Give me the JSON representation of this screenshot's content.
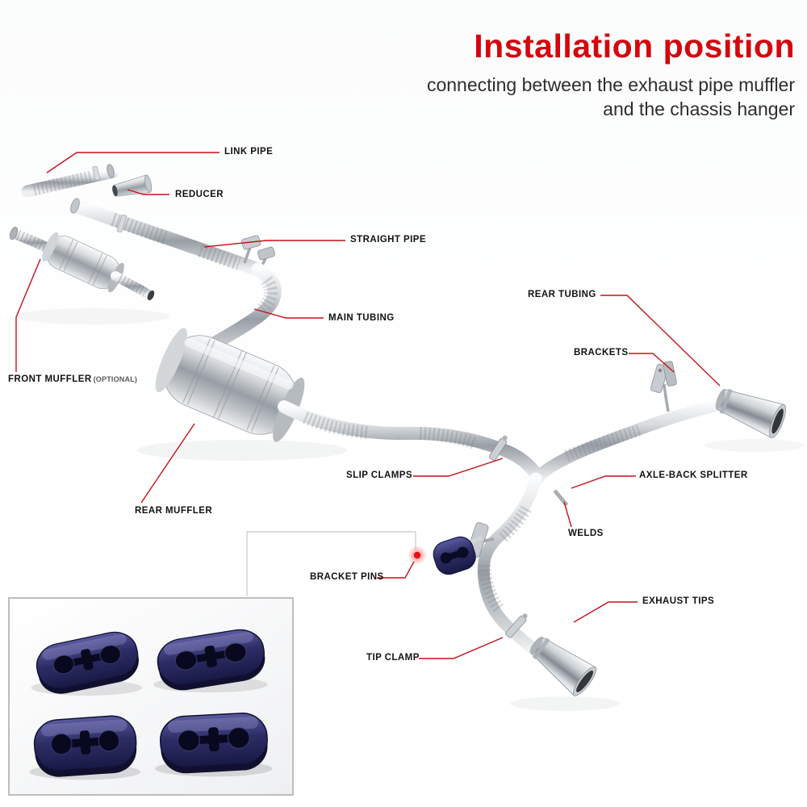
{
  "header": {
    "title": "Installation position",
    "subtitle_line1": "connecting between the exhaust pipe muffler",
    "subtitle_line2": "and the chassis hanger"
  },
  "labels": [
    {
      "text": "LINK PIPE"
    },
    {
      "text": "REDUCER"
    },
    {
      "text": "STRAIGHT PIPE"
    },
    {
      "text": "MAIN TUBING"
    },
    {
      "text": "REAR TUBING"
    },
    {
      "text": "BRACKETS"
    },
    {
      "text": "FRONT MUFFLER",
      "suffix": "(OPTIONAL)"
    },
    {
      "text": "SLIP CLAMPS"
    },
    {
      "text": "AXLE-BACK SPLITTER"
    },
    {
      "text": "REAR MUFFLER"
    },
    {
      "text": "WELDS"
    },
    {
      "text": "BRACKET PINS"
    },
    {
      "text": "EXHAUST TIPS"
    },
    {
      "text": "TIP CLAMP"
    }
  ],
  "colors": {
    "accent_red": "#d4070e",
    "leader_line": "#c8101a",
    "label_text": "#121212",
    "hanger_navy": "#2d2d66"
  }
}
